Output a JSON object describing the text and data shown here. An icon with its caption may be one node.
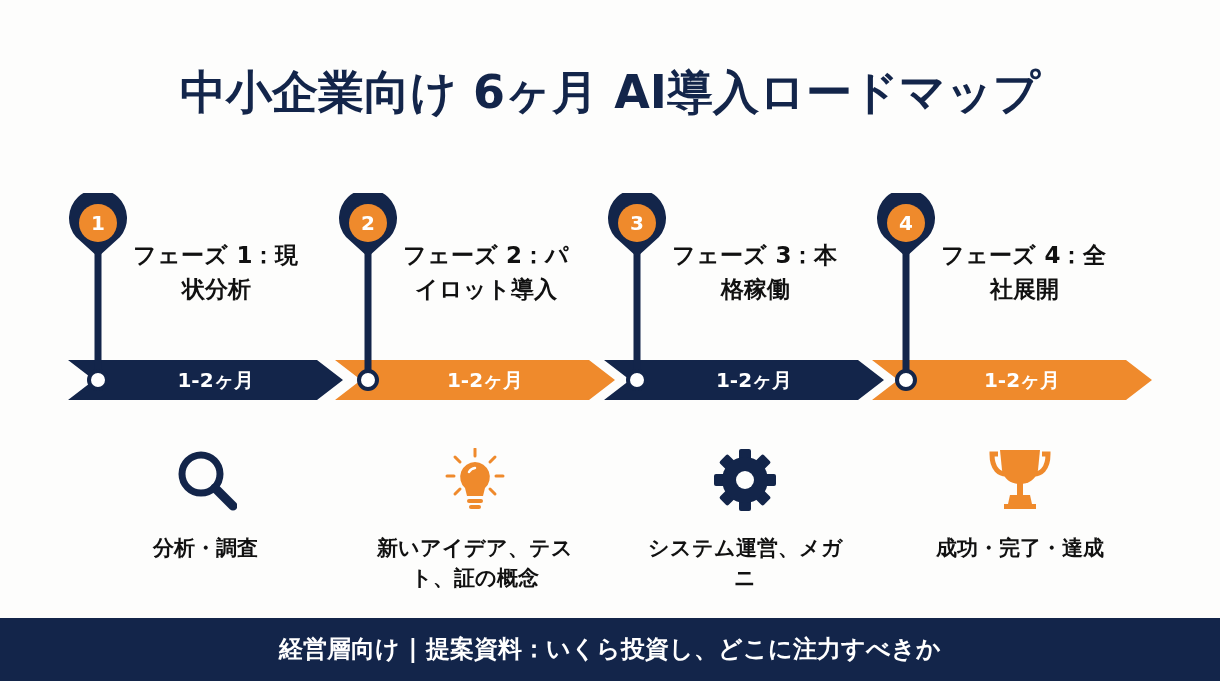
{
  "diagram": {
    "title": "中小企業向け 6ヶ月 AI導入ロードマップ",
    "nodes": [
      {
        "text": [
          "1"
        ],
        "beside": [
          "フェーズ 1：現状分析"
        ]
      },
      {
        "text": [
          "2"
        ],
        "beside": [
          "フェーズ 2：パイロット導入"
        ]
      },
      {
        "text": [
          "3"
        ],
        "beside": [
          "フェーズ 3：本格稼働"
        ]
      },
      {
        "text": [
          "4"
        ],
        "beside": [
          "フェーズ 4：全社展開"
        ]
      },
      {
        "text": [
          "1-2ヶ月"
        ]
      },
      {
        "text": [
          "1-2ヶ月"
        ]
      },
      {
        "text": [
          "1-2ヶ月"
        ]
      },
      {
        "text": [
          "1-2ヶ月"
        ]
      },
      {
        "text": [
          "経営層向け | 提案資料：いくら投資し、どこに注力すべきか"
        ]
      }
    ],
    "labels": [
      "分析・調査",
      "新いアイデア、テスト、証の概念",
      "システム運営、メガニ",
      "成功・完了・達成"
    ]
  }
}
